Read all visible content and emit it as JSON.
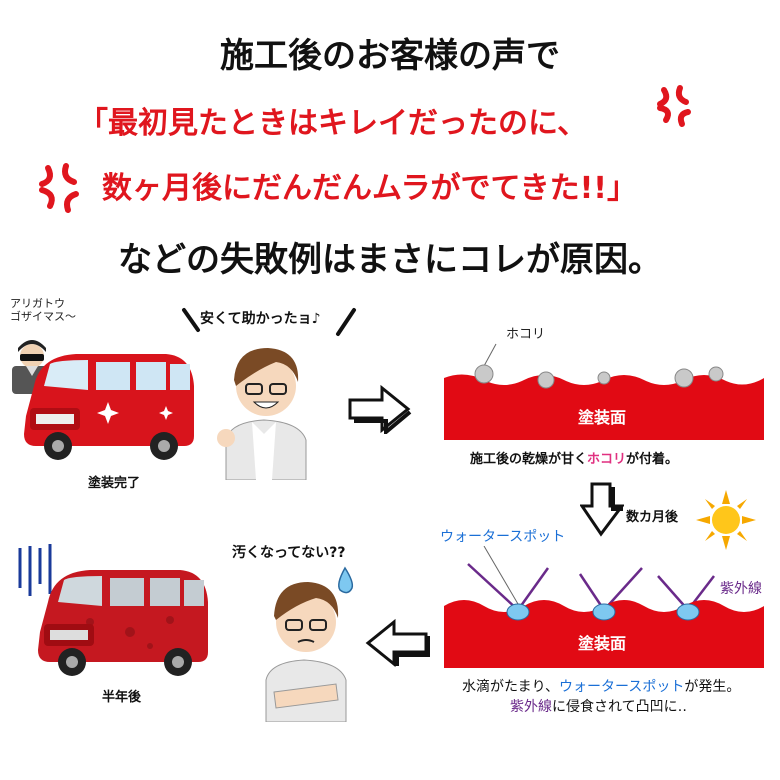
{
  "header": {
    "title_line1": "施工後のお客様の声で",
    "quote_line1": "「最初見たときはキレイだったのに、",
    "quote_line2": "数ヶ月後にだんだんムラがでてきた!!」",
    "title_line2": "などの失敗例はまさにコレが原因。"
  },
  "top_left": {
    "worker_bubble": "アリガトウ\nゴザイマス〜",
    "worker_bubble_line1": "アリガトウ",
    "worker_bubble_line2": "ゴザイマス〜",
    "car_caption": "塗装完了",
    "man_speech": "安くて助かったョ♪"
  },
  "bottom_left": {
    "car_caption": "半年後",
    "man_speech": "汚くなってない??"
  },
  "diagram_top": {
    "dust_label": "ホコリ",
    "surface_label": "塗装面",
    "caption_prefix": "施工後の乾燥が甘く",
    "caption_highlight": "ホコリ",
    "caption_suffix": "が付着。"
  },
  "middle": {
    "months_later": "数カ月後"
  },
  "diagram_bottom": {
    "waterspot_label": "ウォータースポット",
    "uv_label": "紫外線",
    "surface_label": "塗装面",
    "caption1_prefix": "水滴がたまり、",
    "caption1_highlight": "ウォータースポット",
    "caption1_suffix": "が発生。",
    "caption2_highlight": "紫外線",
    "caption2_suffix": "に侵食されて凸凹に‥"
  },
  "colors": {
    "accent_red": "#e0161e",
    "car_red": "#d8141c",
    "surface_red": "#e10a14",
    "waterspot_blue": "#1a6fd6",
    "uv_purple": "#6a2a8a"
  }
}
